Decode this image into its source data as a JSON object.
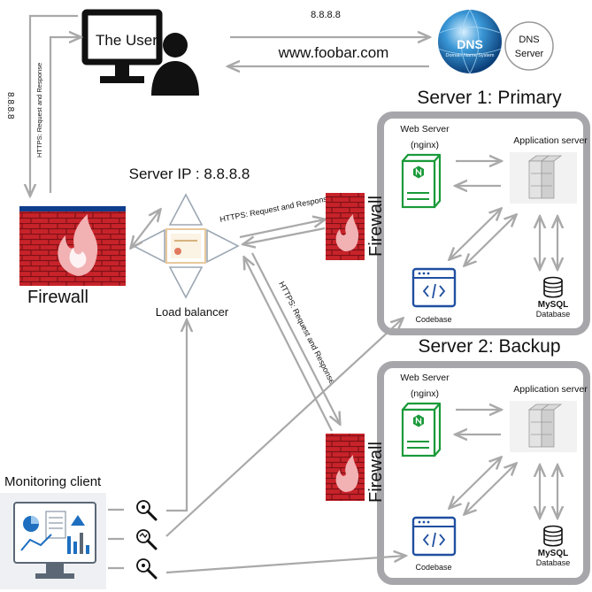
{
  "user": {
    "label": "The User"
  },
  "dns": {
    "badge": "DNS",
    "subtitle": "Domain Name System",
    "server_label_1": "DNS",
    "server_label_2": "Server",
    "ip": "8.8.8.8",
    "domain": "www.foobar.com"
  },
  "left_link": {
    "ip": "8.8.8.8",
    "https": "HTTPS: Request and Response"
  },
  "firewall_main": {
    "label": "Firewall"
  },
  "load_balancer": {
    "label": "Load balancer",
    "server_ip": "Server IP : 8.8.8.8"
  },
  "links": {
    "to_primary": "HTTPS: Request and Response",
    "to_backup": "HTTPS: Request and Response"
  },
  "server1": {
    "title": "Server 1: Primary",
    "firewall": "Firewall",
    "web_server_1": "Web Server",
    "web_server_2": "(nginx)",
    "app_server": "Application server",
    "codebase": "Codebase",
    "db_name": "MySQL",
    "db_label": "Database"
  },
  "server2": {
    "title": "Server 2: Backup",
    "firewall": "Firewall",
    "web_server_1": "Web Server",
    "web_server_2": "(nginx)",
    "app_server": "Application server",
    "codebase": "Codebase",
    "db_name": "MySQL",
    "db_label": "Database"
  },
  "monitoring": {
    "label": "Monitoring client"
  },
  "colors": {
    "nginx_green": "#1a9a3a",
    "firewall_red": "#d42a2a",
    "firewall_blue": "#0e3d8c",
    "codebase_blue": "#1f4fa0",
    "connector_gray": "#a9a9a9",
    "server_box": "#a7a7ab"
  }
}
